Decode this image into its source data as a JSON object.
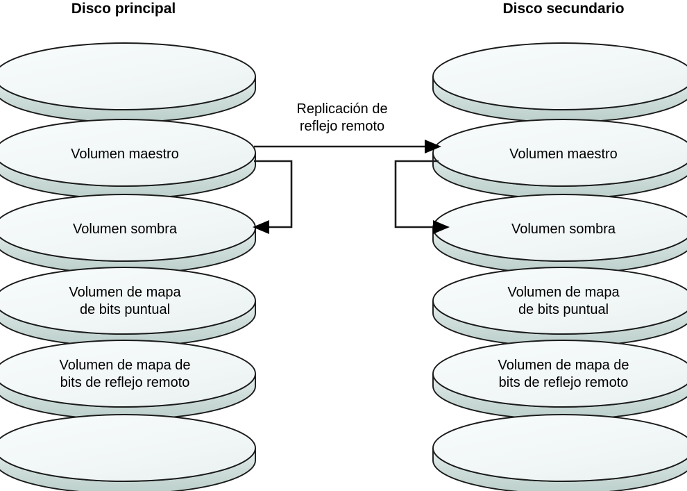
{
  "diagram": {
    "title_left": "Disco principal",
    "title_right": "Disco secundario",
    "flow_label_line1": "Replicación de",
    "flow_label_line2": "reflejo remoto",
    "colors": {
      "platter_top": "#f2f7f7",
      "platter_edge": "#c9dad7",
      "outline": "#1b1b1b",
      "background": "#ffffff",
      "text": "#000000"
    }
  },
  "stacks": {
    "left": {
      "name": "Disco principal",
      "platters": [
        {
          "label": ""
        },
        {
          "label": "Volumen maestro"
        },
        {
          "label": "Volumen sombra"
        },
        {
          "label_line1": "Volumen de mapa",
          "label_line2": "de bits puntual"
        },
        {
          "label_line1": "Volumen de mapa de",
          "label_line2": "bits de reflejo remoto"
        },
        {
          "label": ""
        }
      ]
    },
    "right": {
      "name": "Disco secundario",
      "platters": [
        {
          "label": ""
        },
        {
          "label": "Volumen maestro"
        },
        {
          "label": "Volumen sombra"
        },
        {
          "label_line1": "Volumen de mapa",
          "label_line2": "de bits puntual"
        },
        {
          "label_line1": "Volumen de mapa de",
          "label_line2": "bits de reflejo remoto"
        },
        {
          "label": ""
        }
      ]
    }
  },
  "connectors": {
    "replication": {
      "label_line1": "Replicación de",
      "label_line2": "reflejo remoto",
      "from": "left-master-volume",
      "to": "right-master-volume",
      "direction": "left-to-right"
    },
    "left_loop": {
      "from": "left-master-volume",
      "to": "left-shadow-volume"
    },
    "right_loop": {
      "from": "right-master-volume",
      "to": "right-shadow-volume"
    }
  }
}
